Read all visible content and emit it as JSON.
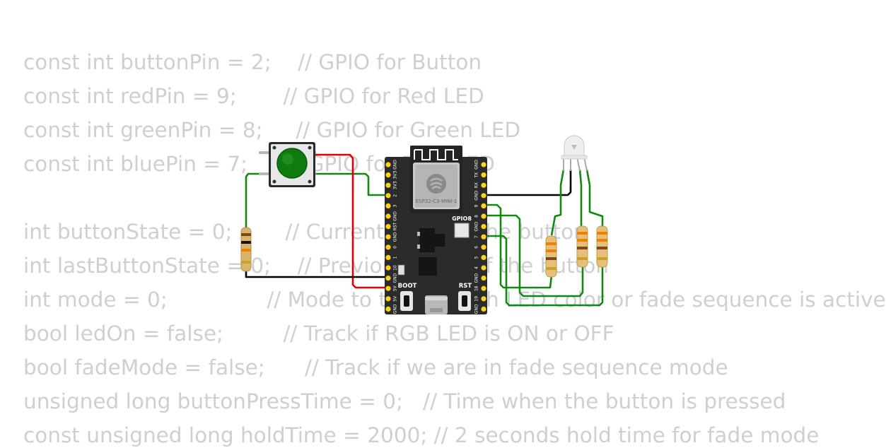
{
  "code_lines": [
    "const int buttonPin = 2;    // GPIO for Button",
    "const int redPin = 9;       // GPIO for Red LED",
    "const int greenPin = 8;     // GPIO for Green LED",
    "const int bluePin = 7;      // GPIO for Blue LED",
    "",
    "int buttonState = 0;        // Current state of the button",
    "int lastButtonState = 0;    // Previous state of the button",
    "int mode = 0;               // Mode to track which LED color or fade sequence is active",
    "bool ledOn = false;         // Track if RGB LED is ON or OFF",
    "bool fadeMode = false;      // Track if we are in fade sequence mode",
    "unsigned long buttonPressTime = 0;   // Time when the button is pressed",
    "const unsigned long holdTime = 2000; // 2 seconds hold time for fade mode"
  ],
  "board": {
    "module_label": "ESP32-C3-MINI-1",
    "gpio8_label": "GPIO8",
    "boot_label": "BOOT",
    "rst_label": "RST",
    "left_pins": [
      "GND",
      "3V3",
      "3V3",
      "2",
      "3",
      "GND",
      "RST",
      "GND",
      "0",
      "1",
      "10",
      "GND",
      "5V",
      "5V",
      "GND"
    ],
    "right_pins": [
      "GND",
      "TX",
      "RX",
      "GND",
      "9",
      "8",
      "GND",
      "7",
      "6",
      "5",
      "4",
      "GND",
      "18",
      "19",
      "GND"
    ]
  },
  "colors": {
    "board": "#2b2b2b",
    "pin": "#ffd21f",
    "wire_green": "#118811",
    "wire_red": "#dd0000",
    "wire_black": "#000000",
    "button_cap": "#0f7a0f",
    "code_text": "#cfcfcf"
  },
  "icons": [
    "espressif-logo-icon",
    "wifi-antenna-icon"
  ]
}
